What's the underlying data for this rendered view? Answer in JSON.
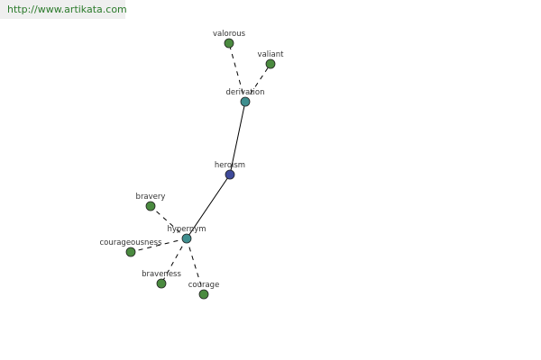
{
  "url": "http://www.artikata.com",
  "colors": {
    "root_node": "#3f4a9a",
    "relation_node": "#3f8f8f",
    "word_node": "#4a8a3f",
    "edge": "#000000",
    "url_text": "#2a7a2a"
  },
  "graph": {
    "root": "heroism",
    "relations": [
      {
        "label": "derivation",
        "words": [
          "valorous",
          "valiant"
        ]
      },
      {
        "label": "hypernym",
        "words": [
          "bravery",
          "courageousness",
          "braveness",
          "courage"
        ]
      }
    ]
  }
}
